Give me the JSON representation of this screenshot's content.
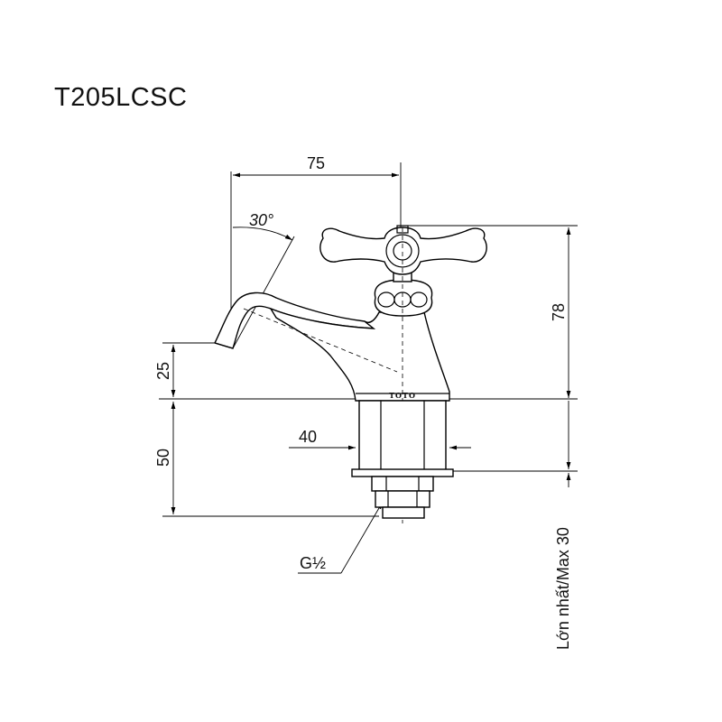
{
  "title": "T205LCSC",
  "brand_mark": "TOTO",
  "dimensions": {
    "spout_reach": "75",
    "spout_angle": "30°",
    "height_above_deck": "78",
    "spout_outlet_height": "25",
    "shank_length": "50",
    "shank_diameter": "40",
    "thread": "G½",
    "max_deck_thickness": "Lớn nhất/Max 30"
  }
}
